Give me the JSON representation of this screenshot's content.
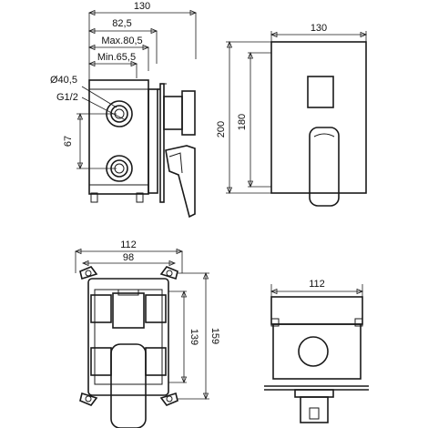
{
  "views": {
    "side": {
      "dims": {
        "overall_depth": "130",
        "depth_a": "82,5",
        "depth_max": "Max.80,5",
        "depth_min": "Min.65,5",
        "diameter": "Ø40,5",
        "thread": "G1/2",
        "port_spacing": "67"
      }
    },
    "front": {
      "dims": {
        "plate_width": "130",
        "plate_height": "200",
        "inner_height": "180"
      }
    },
    "body_front": {
      "dims": {
        "overall_width": "112",
        "inner_width": "98",
        "inner_height": "139",
        "overall_height": "159"
      }
    },
    "top": {
      "dims": {
        "width": "112"
      }
    }
  },
  "colors": {
    "line": "#1a1a1a",
    "background": "#ffffff"
  }
}
